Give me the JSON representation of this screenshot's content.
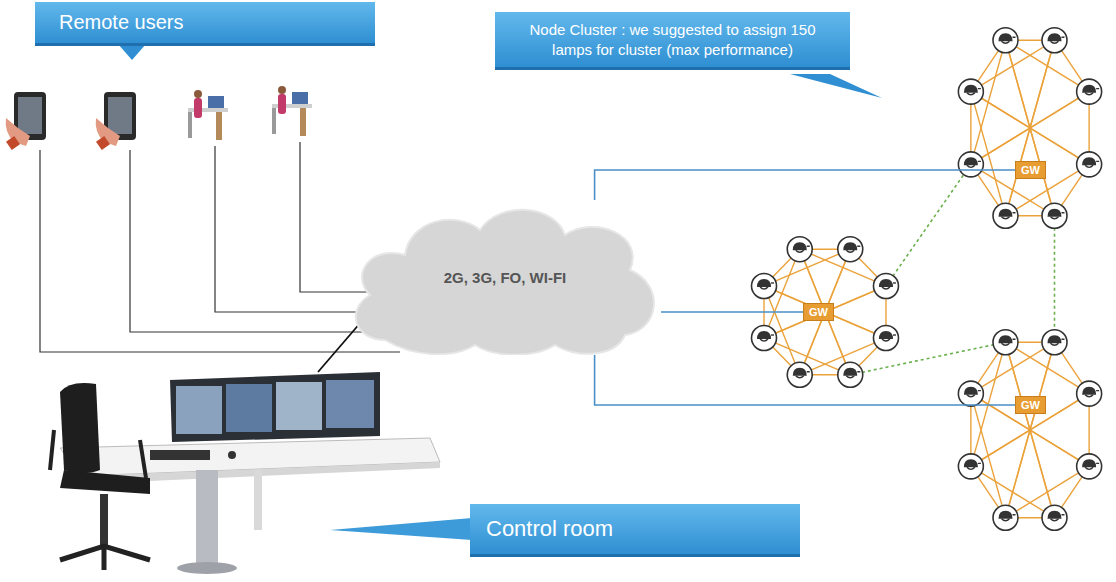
{
  "diagram": {
    "nodes": [
      {
        "text": [
          "Remote users"
        ]
      },
      {
        "text": [
          "Node Cluster : we suggested to assign 150 lamps for cluster (max performance)"
        ]
      },
      {
        "text": [
          "2G, 3G, FO, WI-FI"
        ]
      },
      {
        "text": [
          "GW"
        ]
      },
      {
        "text": [
          "GW"
        ]
      },
      {
        "text": [
          "GW"
        ]
      },
      {
        "text": [
          "Control room"
        ]
      }
    ],
    "edges": [
      {
        "from": 2,
        "to": 3,
        "arrow": "none"
      },
      {
        "from": 2,
        "to": 4,
        "arrow": "none"
      },
      {
        "from": 2,
        "to": 5,
        "arrow": "none"
      }
    ]
  }
}
